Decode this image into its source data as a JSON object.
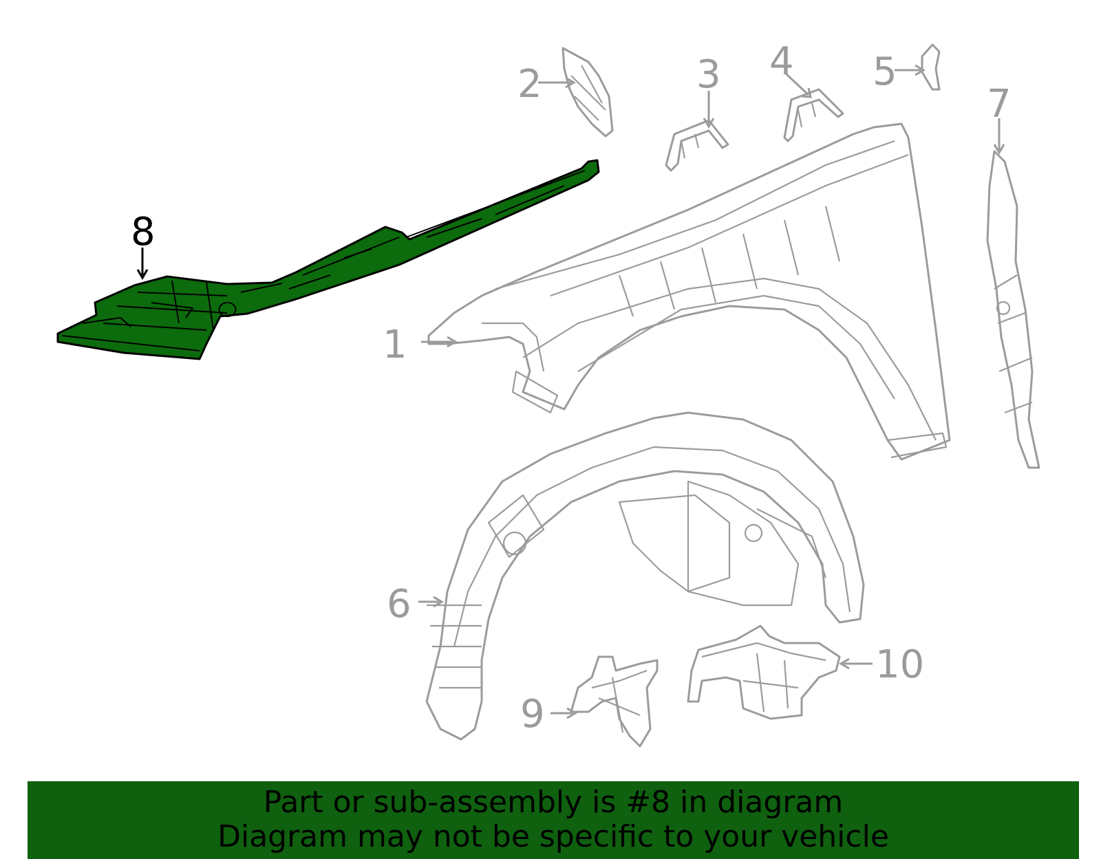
{
  "diagram": {
    "highlighted_part": "8",
    "callouts": [
      "1",
      "2",
      "3",
      "4",
      "5",
      "6",
      "7",
      "8",
      "9",
      "10"
    ],
    "colors": {
      "highlight_fill": "#0c6b0c",
      "line_gray": "#9b9b9b",
      "banner_bg": "#0f600f"
    }
  },
  "banner": {
    "line1": "Part or sub-assembly is #8 in diagram",
    "line2": "Diagram may not be specific to your vehicle"
  }
}
